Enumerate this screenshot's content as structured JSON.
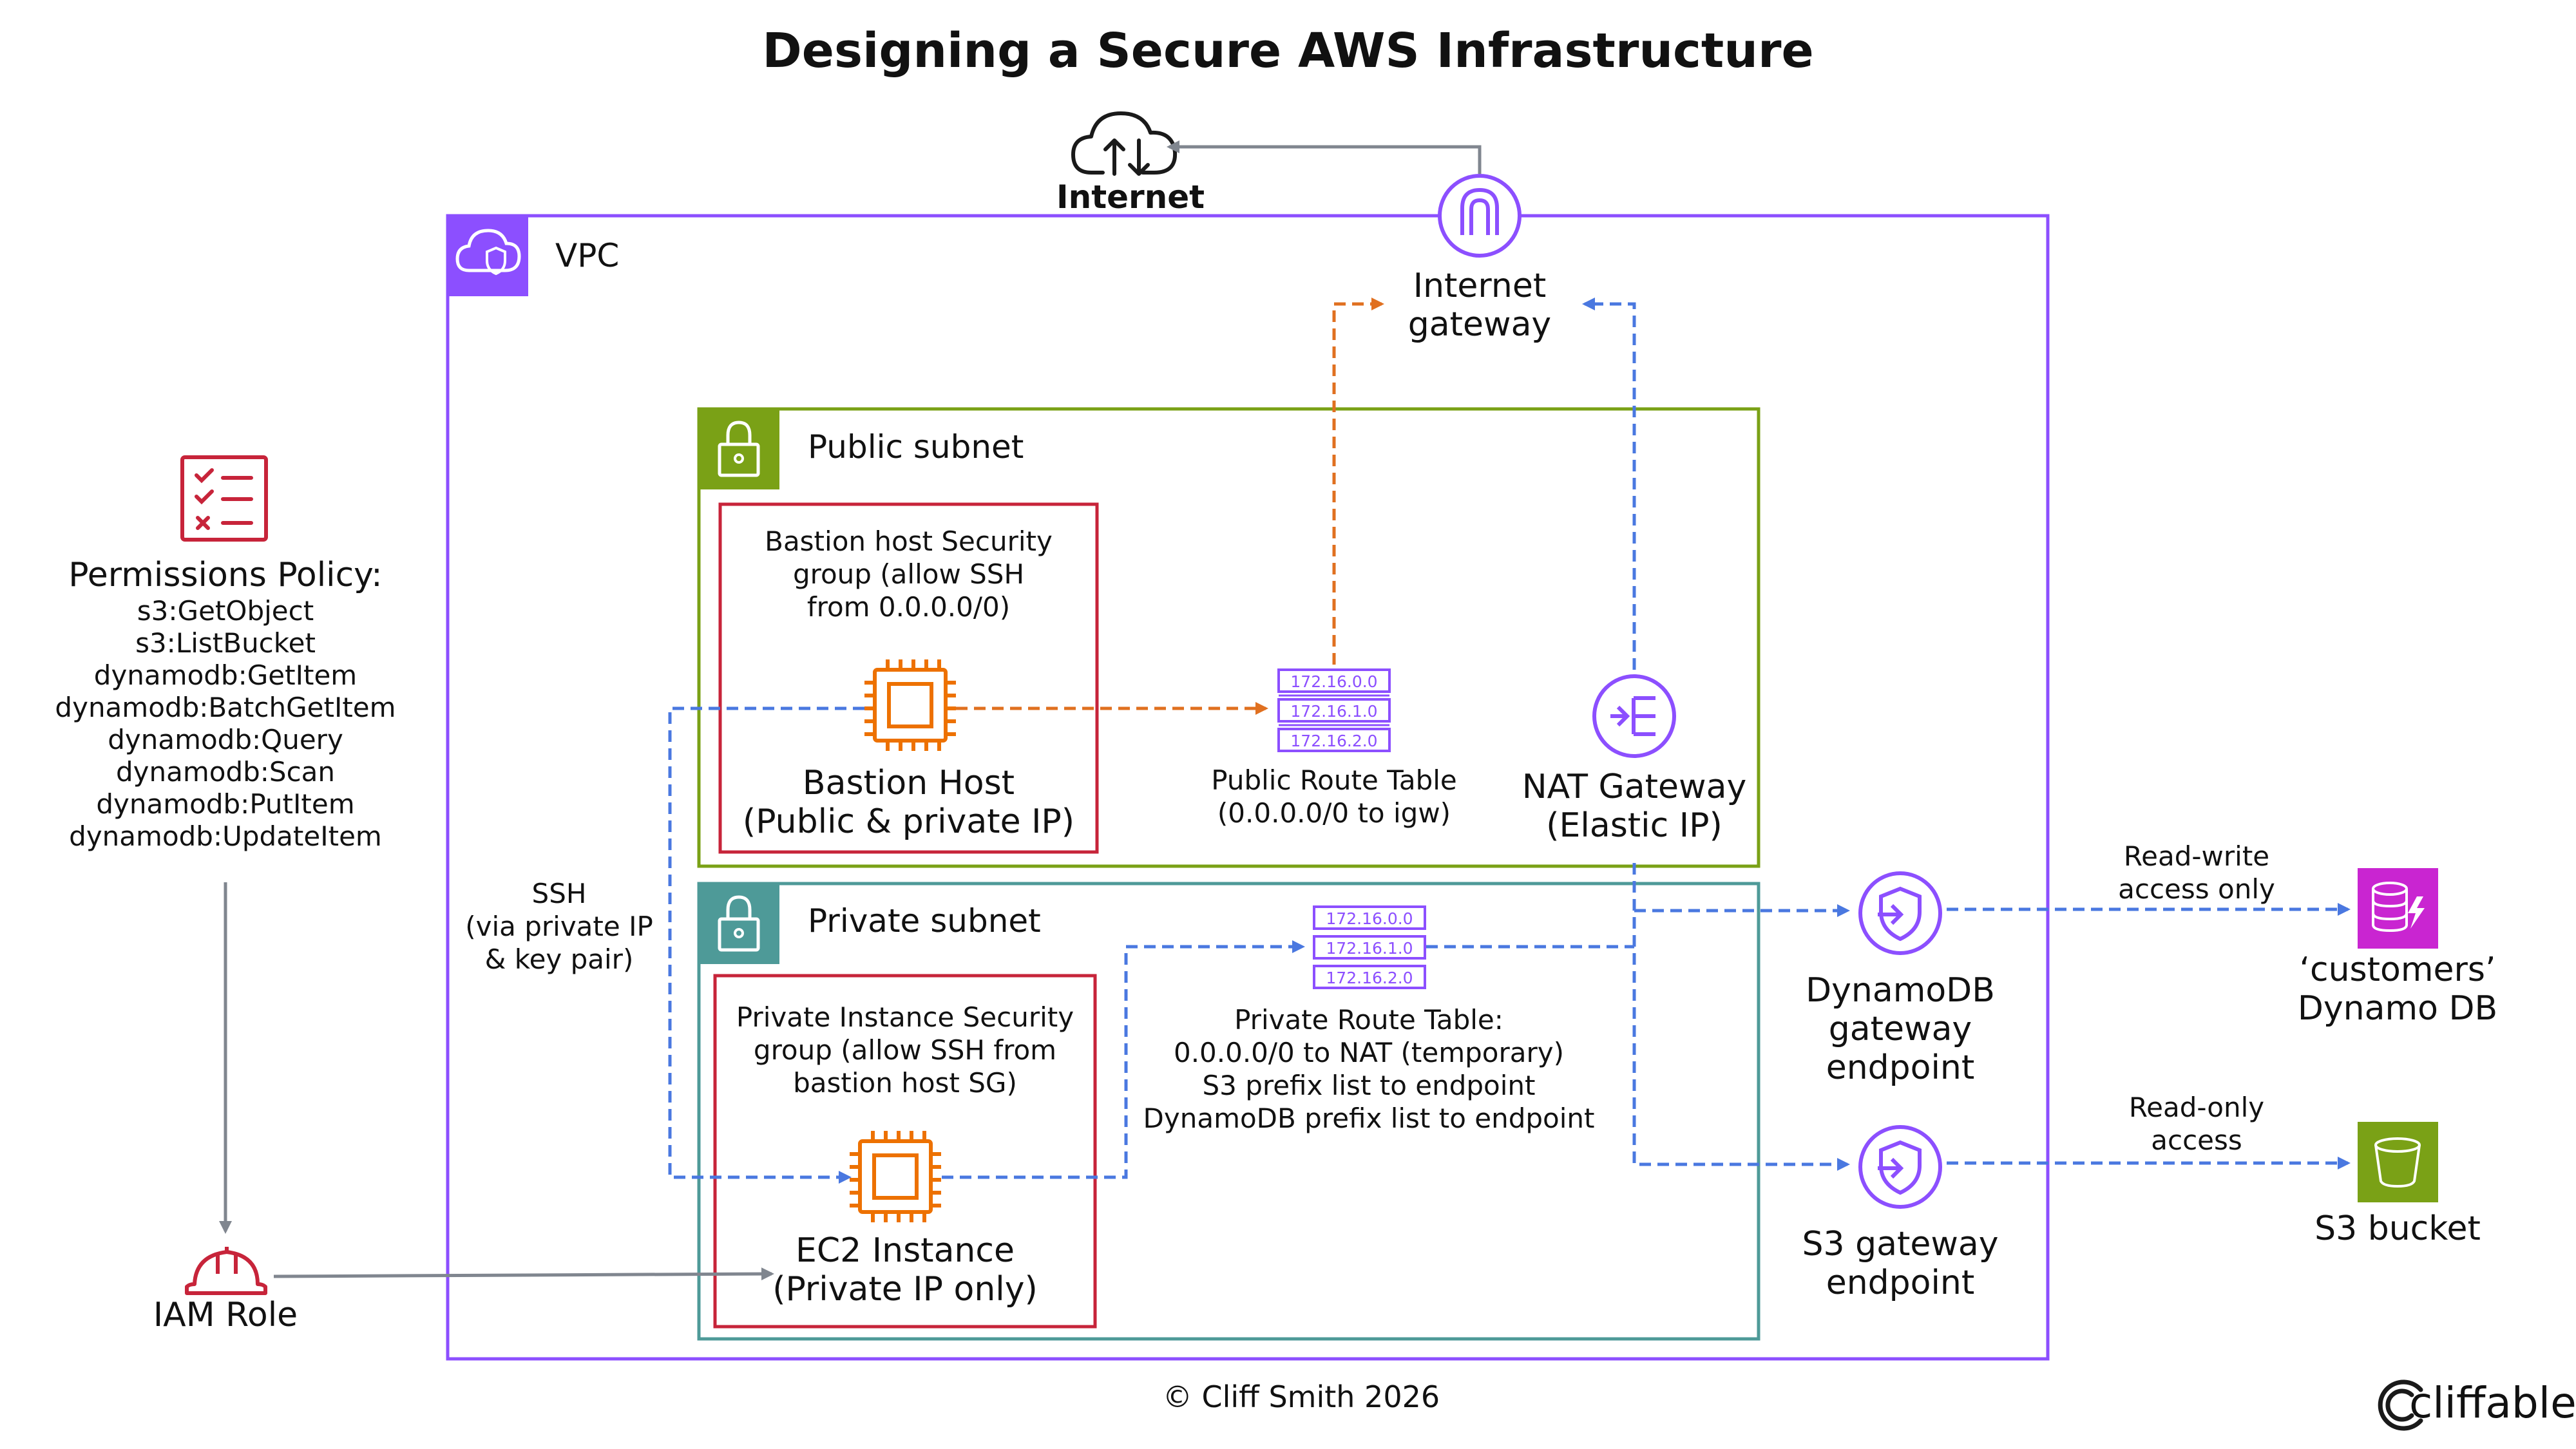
{
  "title": "Designing a Secure AWS Infrastructure",
  "colors": {
    "vpc": "#8C4FFF",
    "public_subnet": "#7AA116",
    "private_subnet": "#4E9A98",
    "security_group": "#C7243A",
    "compute": "#ED7100",
    "route_table": "#8C4FFF",
    "endpoint": "#8C4FFF",
    "dynamodb_icon": "#C925D1",
    "s3_icon": "#7AA116",
    "policy": "#C7243A",
    "arrow_orange": "#E07020",
    "arrow_blue": "#4A78E0",
    "arrow_gray": "#80868F"
  },
  "internet": {
    "label": "Internet",
    "icon": "cloud-upload-download-icon"
  },
  "vpc": {
    "label": "VPC",
    "icon": "vpc-cloud-shield-icon"
  },
  "internet_gateway": {
    "line1": "Internet",
    "line2": "gateway",
    "icon": "internet-gateway-icon"
  },
  "public_subnet": {
    "label": "Public subnet",
    "icon": "lock-icon"
  },
  "private_subnet": {
    "label": "Private subnet",
    "icon": "lock-icon"
  },
  "bastion_sg": {
    "lines": [
      "Bastion host Security",
      "group (allow SSH",
      "from 0.0.0.0/0)"
    ]
  },
  "bastion_host": {
    "line1": "Bastion Host",
    "line2": "(Public & private IP)",
    "icon": "ec2-chip-icon"
  },
  "public_route_table": {
    "entries": [
      "172.16.0.0",
      "172.16.1.0",
      "172.16.2.0"
    ],
    "line1": "Public Route Table",
    "line2": "(0.0.0.0/0 to igw)",
    "icon": "route-table-icon"
  },
  "nat_gateway": {
    "line1": "NAT Gateway",
    "line2": "(Elastic IP)",
    "icon": "nat-gateway-icon"
  },
  "private_sg": {
    "lines": [
      "Private Instance Security",
      "group (allow SSH from",
      "bastion host SG)"
    ]
  },
  "ec2_instance": {
    "line1": "EC2 Instance",
    "line2": "(Private IP only)",
    "icon": "ec2-chip-icon"
  },
  "private_route_table": {
    "entries": [
      "172.16.0.0",
      "172.16.1.0",
      "172.16.2.0"
    ],
    "lines": [
      "Private Route Table:",
      "0.0.0.0/0 to NAT (temporary)",
      "S3 prefix list to endpoint",
      "DynamoDB prefix list to endpoint"
    ],
    "icon": "route-table-icon"
  },
  "ssh_note": {
    "lines": [
      "SSH",
      "(via private IP",
      "& key pair)"
    ]
  },
  "dynamodb_endpoint": {
    "lines": [
      "DynamoDB",
      "gateway",
      "endpoint"
    ],
    "icon": "vpc-endpoint-icon"
  },
  "s3_endpoint": {
    "lines": [
      "S3 gateway",
      "endpoint"
    ],
    "icon": "vpc-endpoint-icon"
  },
  "dynamodb_access": {
    "lines": [
      "Read-write",
      "access only"
    ]
  },
  "s3_access": {
    "lines": [
      "Read-only",
      "access"
    ]
  },
  "dynamodb_table": {
    "lines": [
      "‘customers’",
      "Dynamo DB"
    ],
    "icon": "dynamodb-icon"
  },
  "s3_bucket": {
    "label": "S3 bucket",
    "icon": "s3-bucket-icon"
  },
  "policy": {
    "heading": "Permissions Policy:",
    "items": [
      "s3:GetObject",
      "s3:ListBucket",
      "dynamodb:GetItem",
      "dynamodb:BatchGetItem",
      "dynamodb:Query",
      "dynamodb:Scan",
      "dynamodb:PutItem",
      "dynamodb:UpdateItem"
    ],
    "icon": "checklist-icon"
  },
  "iam_role": {
    "label": "IAM Role",
    "icon": "hard-hat-icon"
  },
  "copyright": "© Cliff Smith 2026",
  "brand": {
    "name": "cliffable",
    "icon": "cliffable-logo-icon"
  }
}
